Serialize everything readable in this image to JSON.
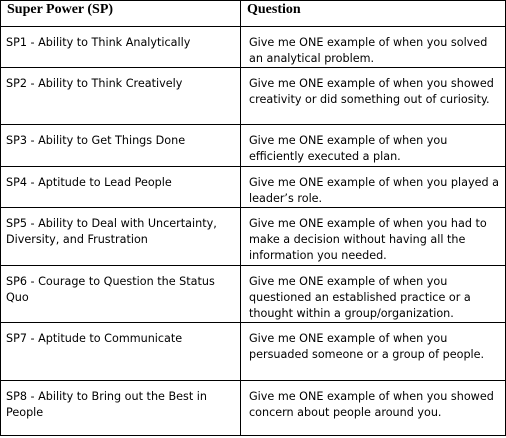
{
  "table": {
    "headers": {
      "power": "Super Power (SP)",
      "question": "Question"
    },
    "rows": [
      {
        "power": "SP1 - Ability  to Think Analytically",
        "question": "Give me ONE example of when you solved an analytical  problem."
      },
      {
        "power": "SP2 - Ability  to Think Creatively",
        "question": "Give me ONE example of when you showed creativity  or did something out of curiosity."
      },
      {
        "power": "SP3 - Ability  to Get Things Done",
        "question": "Give me ONE example of when you efficiently  executed  a plan."
      },
      {
        "power": "SP4 - Aptitude  to Lead People",
        "question": "Give me ONE example of when you played a leader’s role."
      },
      {
        "power": "SP5 - Ability to Deal with Uncertainty, Diversity,  and Frustration",
        "question": "Give me ONE example of when you had to make a decision  without  having all the information  you needed."
      },
      {
        "power": "SP6 - Courage to Question  the Status Quo",
        "question": "Give me ONE example of when you questioned  an established  practice  or a thought within  a group/organization."
      },
      {
        "power": "SP7 - Aptitude  to Communicate",
        "question": "Give me ONE example of when you persuaded someone or a group of people."
      },
      {
        "power": "SP8 - Ability to Bring out the Best in People",
        "question": "Give me ONE example of when you showed concern about people around you."
      }
    ]
  }
}
